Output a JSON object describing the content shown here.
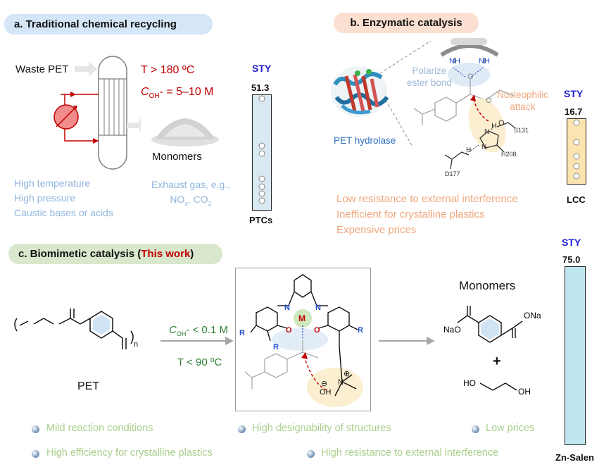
{
  "panel_a": {
    "title": "a. Traditional chemical recycling",
    "input": "Waste PET",
    "cond_temp": "T > 180 ºC",
    "cond_conc_c": "C",
    "cond_conc_sub": "OH",
    "cond_conc_rest": "- = 5–10 M",
    "product": "Monomers",
    "drawbacks": [
      "High temperature",
      "High pressure",
      "Caustic bases or acids"
    ],
    "exhaust_line1": "Exhaust gas, e.g.,",
    "exhaust_line2_a": "NO",
    "exhaust_line2_sub": "x",
    "exhaust_line2_b": ",  CO",
    "exhaust_line2_sub2": "2",
    "sty_label": "STY",
    "sty_value": "51.3",
    "bar_label": "PTCs"
  },
  "panel_b": {
    "title": "b. Enzymatic catalysis",
    "polarize": [
      "Polarize",
      "ester bond"
    ],
    "nucleophilic": [
      "Nucleophilic",
      "attack"
    ],
    "enzyme_label": "PET hydrolase",
    "residues": {
      "h208": "H208",
      "s131": "S131",
      "d177": "D177",
      "nh1": "NH",
      "nh2": "NH",
      "h_bond": "H",
      "o_ser": "O",
      "h_his": "H",
      "n1": "N",
      "n2": "N",
      "o1": "O",
      "o2": "O"
    },
    "drawbacks": [
      "Low resistance to external interference",
      "Inefficient for crystalline plastics",
      "Expensive prices"
    ],
    "sty_label": "STY",
    "sty_value": "16.7",
    "bar_label": "LCC"
  },
  "panel_c": {
    "title_main": "c. Biomimetic catalysis (",
    "title_highlight": "This work",
    "title_end": ")",
    "substrate": "PET",
    "subscript_n": "n",
    "cond_c": "C",
    "cond_sub": "OH",
    "cond_rest": "- < 0.1 M",
    "cond_temp": "T < 90 ºC",
    "catalyst_atoms": {
      "metal": "M",
      "n_left": "N",
      "n_right": "N",
      "o_left": "O",
      "o_right": "O",
      "r1": "R",
      "r2": "R",
      "r3": "R",
      "oh": "OH",
      "minus": "⊖",
      "plus": "⊕",
      "n_plus": "N"
    },
    "product_title": "Monomers",
    "product_labels": {
      "ona": "ONa",
      "nao": "NaO",
      "plus": "+",
      "ho": "HO",
      "oh": "OH"
    },
    "advantages": [
      "Mild reaction conditions",
      "High designability of structures",
      "Low prices",
      "High efficiency  for crystalline plastics",
      "High resistance to external interference"
    ],
    "sty_label": "STY",
    "sty_value": "75.0",
    "bar_label": "Zn-Salen"
  },
  "colors": {
    "title_blue_bg": "#d4e6f7",
    "title_orange_bg": "#fbe0d2",
    "title_green_bg": "#d9e8cd",
    "condition_red": "#c00000",
    "highlight_red": "#c00000",
    "sty_blue": "#1f1fd0",
    "bar_a": "#d9e9f2",
    "bar_b": "#fce4b0",
    "bar_c": "#bfe6ee"
  }
}
